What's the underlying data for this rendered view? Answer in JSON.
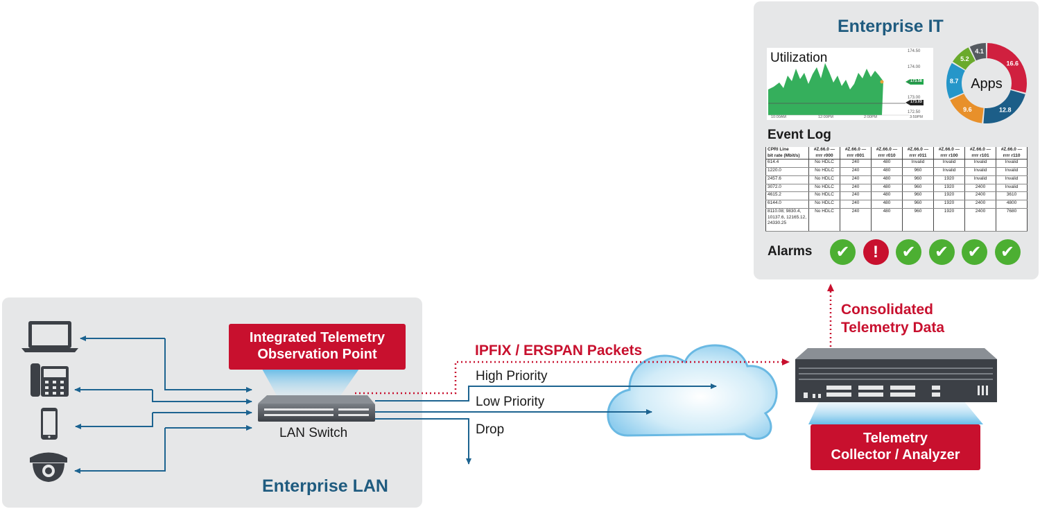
{
  "enterprise_lan": {
    "title": "Enterprise LAN"
  },
  "observation_point": {
    "line1": "Integrated Telemetry",
    "line2": "Observation Point"
  },
  "lan_switch": {
    "label": "LAN Switch"
  },
  "flows": {
    "ipfix": "IPFIX / ERSPAN Packets",
    "high": "High Priority",
    "low": "Low Priority",
    "drop": "Drop"
  },
  "consolidated": {
    "line1": "Consolidated",
    "line2": "Telemetry Data"
  },
  "collector": {
    "line1": "Telemetry",
    "line2": "Collector / Analyzer"
  },
  "enterprise_it": {
    "title": "Enterprise IT",
    "utilization": {
      "title": "Utilization",
      "y_ticks": [
        "174.50",
        "174.00",
        "173.50",
        "173.00",
        "172.50"
      ],
      "x_ticks": [
        "10:00AM",
        "12:00PM",
        "2:00PM",
        "3:59PM"
      ],
      "price_high": "173.58",
      "price_low": "173.03"
    },
    "apps": {
      "label": "Apps",
      "slices": [
        {
          "value": 16.6,
          "label": "16.6",
          "color": "#d0203f"
        },
        {
          "value": 12.8,
          "label": "12.8",
          "color": "#1c5e88"
        },
        {
          "value": 9.6,
          "label": "9.6",
          "color": "#e8902a"
        },
        {
          "value": 8.7,
          "label": "8.7",
          "color": "#2596c9"
        },
        {
          "value": 5.2,
          "label": "5.2",
          "color": "#6aaa2c"
        },
        {
          "value": 4.1,
          "label": "4.1",
          "color": "#555a60"
        }
      ]
    },
    "event_log": {
      "title": "Event Log",
      "headers": [
        [
          "CPRI Line",
          "bit rate (Mbit/s)"
        ],
        [
          "#Z.66.0 —",
          "rrrr r000"
        ],
        [
          "#Z.66.0 —",
          "rrrr r001"
        ],
        [
          "#Z.66.0 —",
          "rrrr r010"
        ],
        [
          "#Z.66.0 —",
          "rrrr r011"
        ],
        [
          "#Z.66.0 —",
          "rrrr r100"
        ],
        [
          "#Z.66.0 —",
          "rrrr r101"
        ],
        [
          "#Z.66.0 —",
          "rrrr r110"
        ]
      ],
      "rows": [
        [
          "614.4",
          "No HDLC",
          "240",
          "480",
          "Invalid",
          "Invalid",
          "Invalid",
          "Invalid"
        ],
        [
          "1220.0",
          "No HDLC",
          "240",
          "480",
          "960",
          "Invalid",
          "Invalid",
          "Invalid"
        ],
        [
          "2457.6",
          "No HDLC",
          "240",
          "480",
          "960",
          "1920",
          "Invalid",
          "Invalid"
        ],
        [
          "3072.0",
          "No HDLC",
          "240",
          "480",
          "960",
          "1920",
          "2400",
          "Invalid"
        ],
        [
          "4615.2",
          "No HDLC",
          "240",
          "480",
          "960",
          "1920",
          "2400",
          "3610"
        ],
        [
          "6144.0",
          "No HDLC",
          "240",
          "480",
          "960",
          "1920",
          "2400",
          "4800"
        ],
        [
          "8110.08; 9830.4, 10137.6, 12165.12, 24330.25",
          "No HDLC",
          "240",
          "480",
          "960",
          "1920",
          "2400",
          "7680"
        ]
      ]
    },
    "alarms": {
      "label": "Alarms",
      "states": [
        "ok",
        "error",
        "ok",
        "ok",
        "ok",
        "ok"
      ]
    }
  },
  "colors": {
    "brand_red": "#c8102e",
    "brand_blue": "#1f5b7f",
    "arrow_blue": "#1c6390",
    "panel_gray": "#e6e7e8",
    "alarm_ok": "#4caf32"
  }
}
